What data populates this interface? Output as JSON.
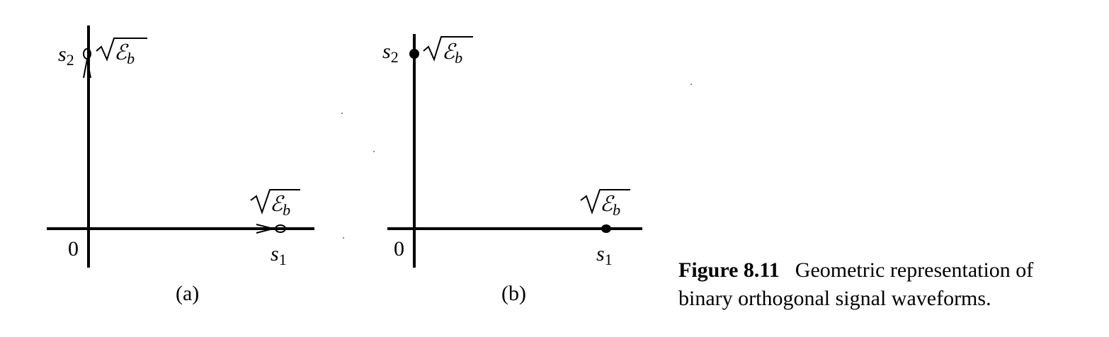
{
  "panel_a": {
    "origin_label": "0",
    "s1_label": "s",
    "s1_sub": "1",
    "s2_label": "s",
    "s2_sub": "2",
    "energy_symbol": "ℰ",
    "energy_sub": "b",
    "panel_label": "(a)"
  },
  "panel_b": {
    "origin_label": "0",
    "s1_label": "s",
    "s1_sub": "1",
    "s2_label": "s",
    "s2_sub": "2",
    "energy_symbol": "ℰ",
    "energy_sub": "b",
    "panel_label": "(b)"
  },
  "caption": {
    "figure_number": "Figure 8.11",
    "text_line1": "Geometric representation of",
    "text_line2": "binary orthogonal signal waveforms."
  }
}
